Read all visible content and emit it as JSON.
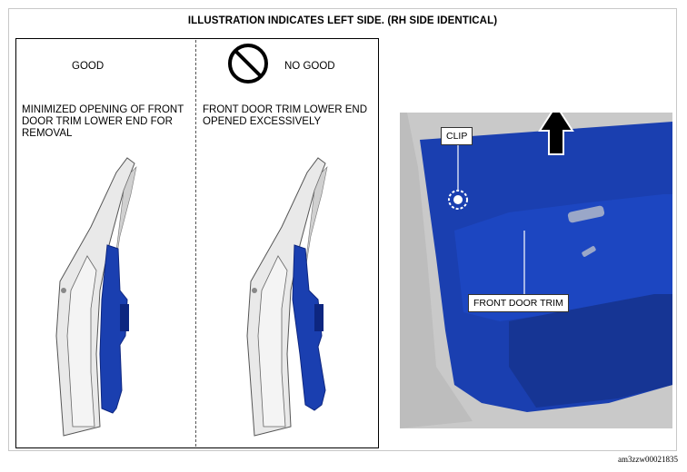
{
  "header": {
    "title": "ILLUSTRATION INDICATES LEFT SIDE. (RH SIDE IDENTICAL)"
  },
  "good": {
    "label": "GOOD",
    "description": "MINIMIZED OPENING OF FRONT DOOR TRIM LOWER END FOR REMOVAL"
  },
  "no_good": {
    "label": "NO GOOD",
    "description": "FRONT DOOR TRIM LOWER END OPENED EXCESSIVELY",
    "icon": "prohibited-icon"
  },
  "photo": {
    "callouts": {
      "clip": "CLIP",
      "trim": "FRONT DOOR TRIM"
    },
    "icons": [
      "up-arrow-icon",
      "clip-marker-icon"
    ]
  },
  "colors": {
    "trim_blue": "#1a3fb0",
    "trim_blue_dark": "#0d2680",
    "door_grey": "#cfcfcf",
    "photo_bg": "#d8d8d8"
  },
  "reference_code": "am3zzw00021835"
}
